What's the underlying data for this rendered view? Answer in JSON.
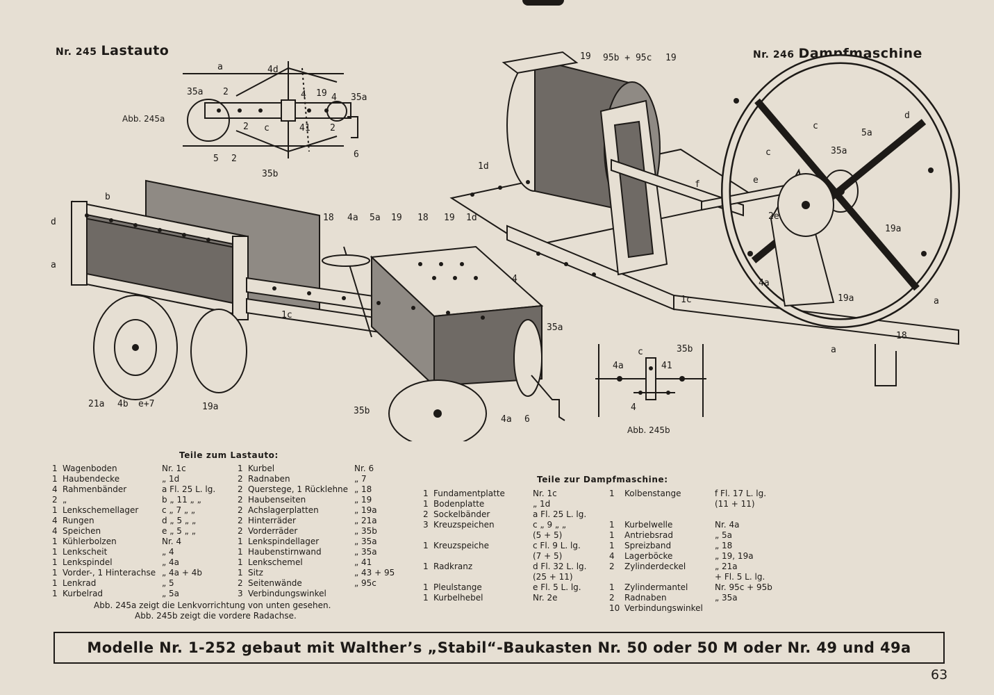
{
  "page": {
    "number": "63",
    "banner": "Modelle Nr. 1-252 gebaut mit Walther’s „Stabil“-Baukasten Nr. 50 oder 50 M oder Nr. 49 und 49a"
  },
  "model_245": {
    "nr": "Nr. 245",
    "name": "Lastauto",
    "fig_a_caption": "Abb. 245a",
    "fig_b_caption": "Abb. 245b",
    "parts_heading": "Teile zum Lastauto:",
    "parts_col1": [
      {
        "qty": "1",
        "name": "Wagenboden",
        "code": "Nr. 1c"
      },
      {
        "qty": "1",
        "name": "Haubendecke",
        "code": "„ 1d"
      },
      {
        "qty": "4",
        "name": "Rahmenbänder",
        "code": "a Fl. 25 L. lg."
      },
      {
        "qty": "2",
        "name": "„",
        "code": "b „ 11 „ „"
      },
      {
        "qty": "1",
        "name": "Lenkschemellager",
        "code": "c „ 7 „ „"
      },
      {
        "qty": "4",
        "name": "Rungen",
        "code": "d „ 5 „ „"
      },
      {
        "qty": "4",
        "name": "Speichen",
        "code": "e „ 5 „ „"
      },
      {
        "qty": "1",
        "name": "Kühlerbolzen",
        "code": "Nr. 4"
      },
      {
        "qty": "1",
        "name": "Lenkscheit",
        "code": "„ 4"
      },
      {
        "qty": "1",
        "name": "Lenkspindel",
        "code": "„ 4a"
      },
      {
        "qty": "1",
        "name": "Vorder-, 1 Hinterachse",
        "code": "„ 4a + 4b"
      },
      {
        "qty": "1",
        "name": "Lenkrad",
        "code": "„ 5"
      },
      {
        "qty": "1",
        "name": "Kurbelrad",
        "code": "„ 5a"
      }
    ],
    "parts_col2": [
      {
        "qty": "1",
        "name": "Kurbel",
        "code": "Nr. 6"
      },
      {
        "qty": "2",
        "name": "Radnaben",
        "code": "„ 7"
      },
      {
        "qty": "2",
        "name": "Querstege, 1 Rücklehne",
        "code": "„ 18"
      },
      {
        "qty": "2",
        "name": "Haubenseiten",
        "code": "„ 19"
      },
      {
        "qty": "2",
        "name": "Achslagerplatten",
        "code": "„ 19a"
      },
      {
        "qty": "2",
        "name": "Hinterräder",
        "code": "„ 21a"
      },
      {
        "qty": "2",
        "name": "Vorderräder",
        "code": "„ 35b"
      },
      {
        "qty": "1",
        "name": "Lenkspindellager",
        "code": "„ 35a"
      },
      {
        "qty": "1",
        "name": "Haubenstirnwand",
        "code": "„ 35a"
      },
      {
        "qty": "1",
        "name": "Lenkschemel",
        "code": "„ 41"
      },
      {
        "qty": "1",
        "name": "Sitz",
        "code": "„ 43 + 95"
      },
      {
        "qty": "2",
        "name": "Seitenwände",
        "code": "„ 95c"
      },
      {
        "qty": "3",
        "name": "Verbindungswinkel",
        "code": ""
      }
    ],
    "note_a": "Abb. 245a zeigt die Lenkvorrichtung von unten gesehen.",
    "note_b": "Abb. 245b zeigt die vordere Radachse."
  },
  "model_246": {
    "nr": "Nr. 246",
    "name": "Dampfmaschine",
    "parts_heading": "Teile zur Dampfmaschine:",
    "parts_col1": [
      {
        "qty": "1",
        "name": "Fundamentplatte",
        "code": "Nr. 1c"
      },
      {
        "qty": "1",
        "name": "Bodenplatte",
        "code": "„ 1d"
      },
      {
        "qty": "2",
        "name": "Sockelbänder",
        "code": "a Fl. 25 L. lg."
      },
      {
        "qty": "3",
        "name": "Kreuzspeichen",
        "code": "c „ 9 „ „"
      },
      {
        "qty": "",
        "name": "",
        "code": "(5 + 5)"
      },
      {
        "qty": "1",
        "name": "Kreuzspeiche",
        "code": "c Fl. 9 L. lg."
      },
      {
        "qty": "",
        "name": "",
        "code": "(7 + 5)"
      },
      {
        "qty": "1",
        "name": "Radkranz",
        "code": "d Fl. 32 L. lg."
      },
      {
        "qty": "",
        "name": "",
        "code": "(25 + 11)"
      },
      {
        "qty": "1",
        "name": "Pleulstange",
        "code": "e Fl. 5 L. lg."
      },
      {
        "qty": "1",
        "name": "Kurbelhebel",
        "code": "Nr. 2e"
      }
    ],
    "parts_col2": [
      {
        "qty": "1",
        "name": "Kolbenstange",
        "code": "f Fl. 17 L. lg."
      },
      {
        "qty": "",
        "name": "",
        "code": "(11 + 11)"
      },
      {
        "qty": "",
        "name": "",
        "code": ""
      },
      {
        "qty": "1",
        "name": "Kurbelwelle",
        "code": "Nr. 4a"
      },
      {
        "qty": "1",
        "name": "Antriebsrad",
        "code": "„ 5a"
      },
      {
        "qty": "1",
        "name": "Spreizband",
        "code": "„ 18"
      },
      {
        "qty": "4",
        "name": "Lagerböcke",
        "code": "„ 19, 19a"
      },
      {
        "qty": "2",
        "name": "Zylinderdeckel",
        "code": "„ 21a"
      },
      {
        "qty": "",
        "name": "",
        "code": "+ Fl. 5 L. lg."
      },
      {
        "qty": "1",
        "name": "Zylindermantel",
        "code": "Nr. 95c + 95b"
      },
      {
        "qty": "2",
        "name": "Radnaben",
        "code": "„ 35a"
      },
      {
        "qty": "10",
        "name": "Verbindungswinkel",
        "code": ""
      }
    ]
  },
  "labels_245a": [
    "a",
    "4d",
    "35a",
    "2",
    "4",
    "19",
    "4",
    "35a",
    "2",
    "c",
    "41",
    "2",
    "5",
    "2",
    "35b",
    "6"
  ],
  "labels_245": [
    "b",
    "d",
    "a",
    "18",
    "4a",
    "5a",
    "19",
    "18",
    "19",
    "1d",
    "4",
    "1c",
    "35a",
    "21a",
    "4b",
    "e+7",
    "19a",
    "35b",
    "4a",
    "6"
  ],
  "labels_245b": [
    "c",
    "35b",
    "4a",
    "41",
    "4"
  ],
  "labels_246": [
    "19",
    "95b + 95c",
    "19",
    "d",
    "c",
    "5a",
    "c",
    "35a",
    "1d",
    "f",
    "e",
    "2e",
    "19a",
    "4a",
    "19a",
    "1c",
    "a",
    "18",
    "a"
  ]
}
